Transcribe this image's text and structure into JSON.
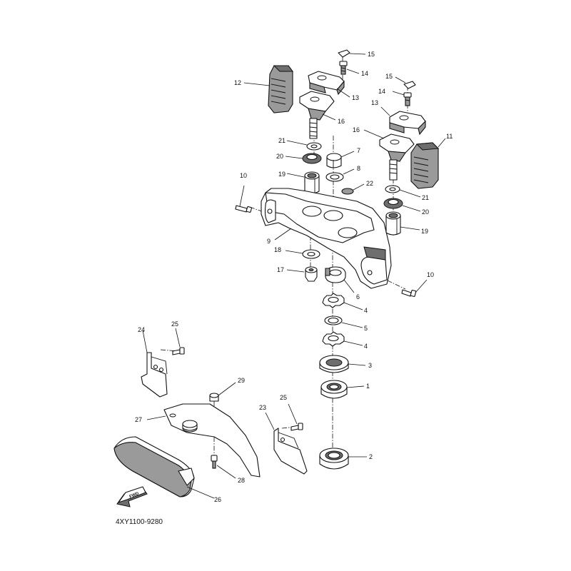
{
  "diagram_code": "4XY1100-9280",
  "fwd_label": "FWD",
  "callouts": {
    "c1": "1",
    "c2": "2",
    "c3": "3",
    "c4a": "4",
    "c4b": "4",
    "c5": "5",
    "c6": "6",
    "c7": "7",
    "c8": "8",
    "c9": "9",
    "c10a": "10",
    "c10b": "10",
    "c11": "11",
    "c12": "12",
    "c13a": "13",
    "c13b": "13",
    "c14a": "14",
    "c14b": "14",
    "c15a": "15",
    "c15b": "15",
    "c16a": "16",
    "c16b": "16",
    "c17": "17",
    "c18": "18",
    "c19a": "19",
    "c19b": "19",
    "c20a": "20",
    "c20b": "20",
    "c21a": "21",
    "c21b": "21",
    "c22": "22",
    "c23": "23",
    "c24": "24",
    "c25a": "25",
    "c25b": "25",
    "c26": "26",
    "c27": "27",
    "c28": "28",
    "c29": "29"
  }
}
